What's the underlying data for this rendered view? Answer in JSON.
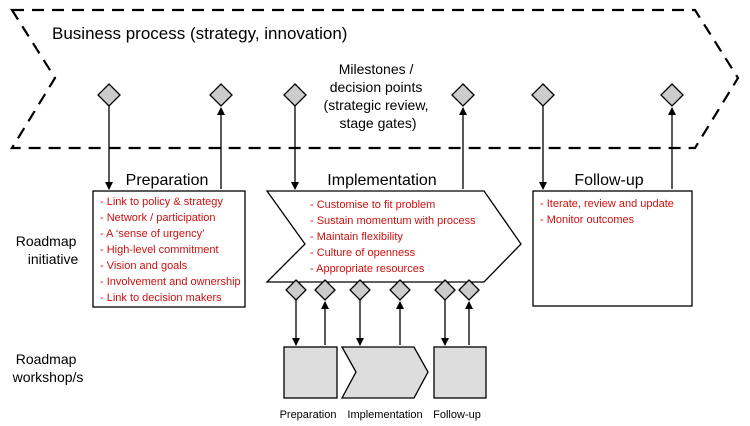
{
  "process_label": "Business process (strategy, innovation)",
  "milestones_label": [
    "Milestones /",
    "decision points",
    "(strategic review,",
    "stage gates)"
  ],
  "row_labels": {
    "initiative": [
      "Roadmap",
      "initiative"
    ],
    "workshop": [
      "Roadmap",
      "workshop/s"
    ]
  },
  "phases": {
    "preparation": {
      "title": "Preparation",
      "items": [
        "- Link to policy & strategy",
        "- Network / participation",
        "- A ‘sense of urgency’",
        "- High-level commitment",
        "- Vision and goals",
        "- Involvement and ownership",
        "- Link to decision makers"
      ]
    },
    "implementation": {
      "title": "Implementation",
      "items": [
        "- Customise to fit problem",
        "- Sustain momentum with process",
        "- Maintain flexibility",
        "- Culture of openness",
        "- Appropriate resources"
      ]
    },
    "followup": {
      "title": "Follow-up",
      "items": [
        "- Iterate, review and update",
        "- Monitor outcomes"
      ]
    }
  },
  "workshop_labels": [
    "Preparation",
    "Implementation",
    "Follow-up"
  ],
  "colors": {
    "bullet_text": "#cc1111",
    "diamond_fill": "#cccccc",
    "workshop_fill": "#dddddd"
  }
}
